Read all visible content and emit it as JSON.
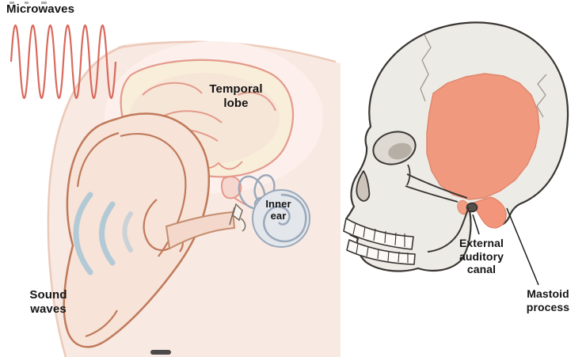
{
  "figure": {
    "type": "anatomical-diagram",
    "left_panel": {
      "microwaves_label": "Microwaves",
      "temporal_lobe_label": "Temporal lobe",
      "inner_ear_label": "Inner ear",
      "sound_waves_label": "Sound waves"
    },
    "right_panel": {
      "external_auditory_canal_label": "External auditory canal",
      "mastoid_process_label": "Mastoid process"
    },
    "colors": {
      "microwave_red": "#d96a5c",
      "sound_wave_blue": "#a6c4d6",
      "highlight_orange": "#f2957a",
      "skin": "#f8e9e2",
      "skull_bone": "#edebe6",
      "brain_outline_pink": "#e49a8c",
      "inner_ear_gray": "#9aa8ba",
      "label_text": "#141414"
    }
  }
}
